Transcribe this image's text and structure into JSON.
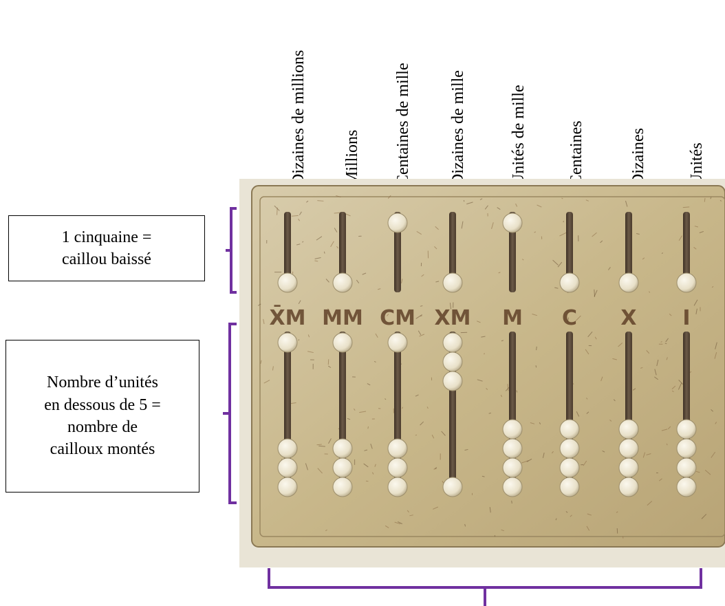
{
  "columns": [
    {
      "label": "Dizaines de millions",
      "numeral": "X̄M",
      "upper": "down",
      "lower": 1
    },
    {
      "label": "Millions",
      "numeral": "MM",
      "upper": "down",
      "lower": 1
    },
    {
      "label": "Centaines de mille",
      "numeral": "CM",
      "upper": "up",
      "lower": 1
    },
    {
      "label": "Dizaines de mille",
      "numeral": "XM",
      "upper": "down",
      "lower": 3
    },
    {
      "label": "Unités de mille",
      "numeral": "M",
      "upper": "up",
      "lower": 0
    },
    {
      "label": "Centaines",
      "numeral": "C",
      "upper": "down",
      "lower": 0
    },
    {
      "label": "Dizaines",
      "numeral": "X",
      "upper": "down",
      "lower": 0
    },
    {
      "label": "Unités",
      "numeral": "I",
      "upper": "down",
      "lower": 0
    }
  ],
  "notes": {
    "cinquaine": "1 cinquaine =\ncaillou baissé",
    "unites": "Nombre d’unités\nen dessous de 5 =\nnombre de\ncailloux montés"
  },
  "colors": {
    "bracket": "#7030a0",
    "board": "#c9b98c",
    "slot": "#5b4a3a",
    "pebble": "#ede6d2",
    "numeral": "#5a3a22"
  }
}
